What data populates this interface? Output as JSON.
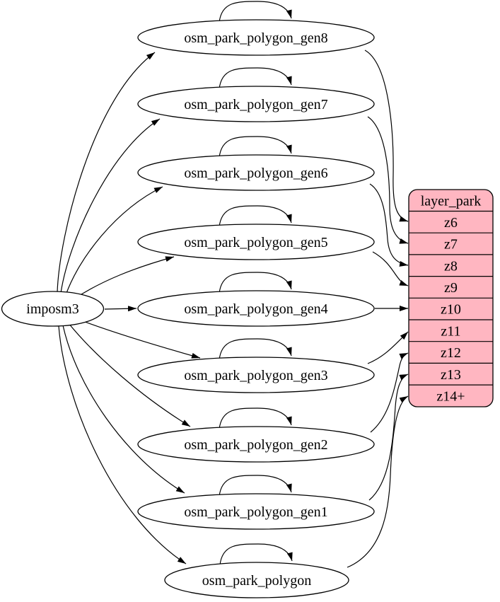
{
  "diagram": {
    "source_node": {
      "label": "imposm3"
    },
    "generalized_tables": [
      {
        "label": "osm_park_polygon_gen8",
        "from": "imposm3",
        "self_loop": true,
        "to_zoom": "z6"
      },
      {
        "label": "osm_park_polygon_gen7",
        "from": "imposm3",
        "self_loop": true,
        "to_zoom": "z7"
      },
      {
        "label": "osm_park_polygon_gen6",
        "from": "imposm3",
        "self_loop": true,
        "to_zoom": "z8"
      },
      {
        "label": "osm_park_polygon_gen5",
        "from": "imposm3",
        "self_loop": true,
        "to_zoom": "z9"
      },
      {
        "label": "osm_park_polygon_gen4",
        "from": "imposm3",
        "self_loop": true,
        "to_zoom": "z10"
      },
      {
        "label": "osm_park_polygon_gen3",
        "from": "imposm3",
        "self_loop": true,
        "to_zoom": "z11"
      },
      {
        "label": "osm_park_polygon_gen2",
        "from": "imposm3",
        "self_loop": true,
        "to_zoom": "z12"
      },
      {
        "label": "osm_park_polygon_gen1",
        "from": "imposm3",
        "self_loop": true,
        "to_zoom": "z13"
      },
      {
        "label": "osm_park_polygon",
        "from": "imposm3",
        "self_loop": true,
        "to_zoom": "z14+"
      }
    ],
    "layer_table": {
      "title": "layer_park",
      "rows": [
        "z6",
        "z7",
        "z8",
        "z9",
        "z10",
        "z11",
        "z12",
        "z13",
        "z14+"
      ]
    },
    "colors": {
      "layer_table_fill": "#ffb6c1",
      "node_fill": "#ffffff",
      "stroke": "#000000",
      "background": "#ffffff"
    }
  }
}
